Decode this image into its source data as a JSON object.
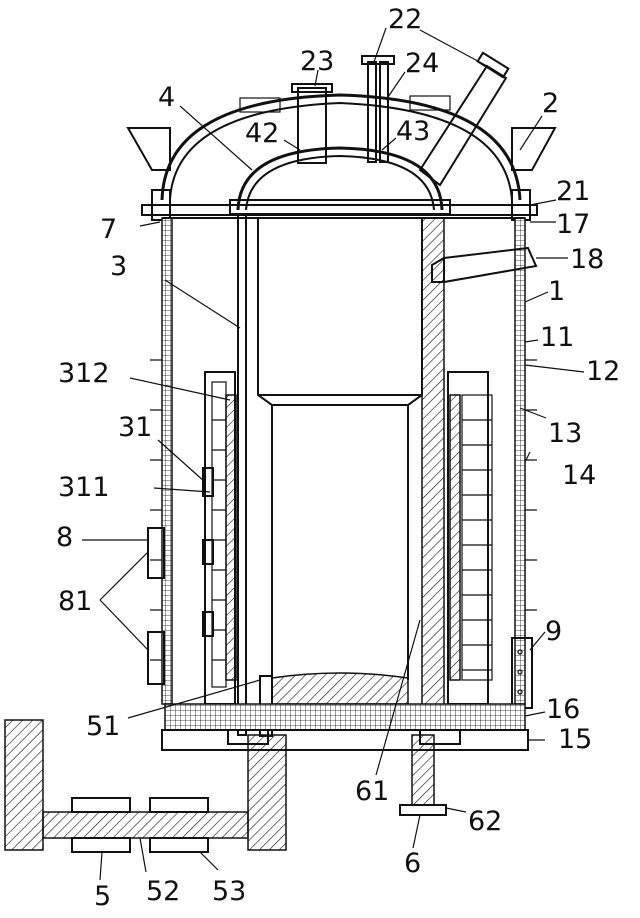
{
  "labels": {
    "l1": "1",
    "l2": "2",
    "l3": "3",
    "l4": "4",
    "l5": "5",
    "l6": "6",
    "l7": "7",
    "l8": "8",
    "l9": "9",
    "l11": "11",
    "l12": "12",
    "l13": "13",
    "l14": "14",
    "l15": "15",
    "l16": "16",
    "l17": "17",
    "l18": "18",
    "l21": "21",
    "l22": "22",
    "l23": "23",
    "l24": "24",
    "l31": "31",
    "l311": "311",
    "l312": "312",
    "l42": "42",
    "l43": "43",
    "l51": "51",
    "l52": "52",
    "l53": "53",
    "l61": "61",
    "l62": "62",
    "l8_1": "81"
  },
  "colors": {
    "line": "#111111",
    "background": "#ffffff"
  }
}
